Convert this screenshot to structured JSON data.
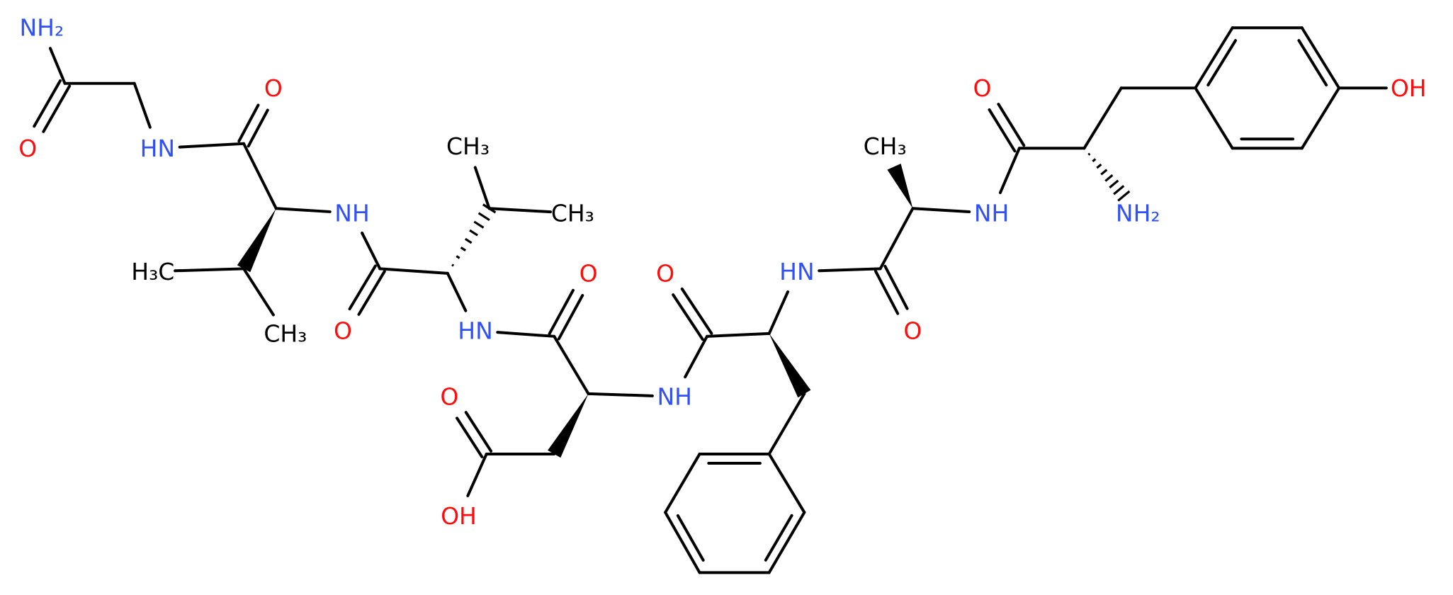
{
  "colors": {
    "bond": "#000000",
    "nitrogen": "#3050F8",
    "oxygen": "#FF0D0D",
    "carbon": "#000000"
  },
  "atoms": [
    {
      "id": "o-gly-carbonyl",
      "element": "O",
      "h": "",
      "hcount": "",
      "text": "O",
      "color": "#FF0D0D"
    },
    {
      "id": "n-gly-amide",
      "element": "N",
      "h": "H",
      "hcount": "2",
      "text": "NH₂",
      "color": "#3050F8"
    },
    {
      "id": "n-gly",
      "element": "N",
      "h": "H",
      "hcount": "",
      "text": "HN",
      "color": "#3050F8"
    },
    {
      "id": "o-val2-carbonyl",
      "element": "O",
      "h": "",
      "hcount": "",
      "text": "O",
      "color": "#FF0D0D"
    },
    {
      "id": "n-val2",
      "element": "N",
      "h": "H",
      "hcount": "",
      "text": "NH",
      "color": "#3050F8"
    },
    {
      "id": "c-val2-me-a",
      "element": "C",
      "h": "H",
      "hcount": "3",
      "text": "H₃C",
      "color": "#000000"
    },
    {
      "id": "c-val2-me-b",
      "element": "C",
      "h": "H",
      "hcount": "3",
      "text": "CH₃",
      "color": "#000000"
    },
    {
      "id": "c-val1-me-a",
      "element": "C",
      "h": "H",
      "hcount": "3",
      "text": "CH₃",
      "color": "#000000"
    },
    {
      "id": "c-val1-me-b",
      "element": "C",
      "h": "H",
      "hcount": "3",
      "text": "CH₃",
      "color": "#000000"
    },
    {
      "id": "o-val1-carbonyl",
      "element": "O",
      "h": "",
      "hcount": "",
      "text": "O",
      "color": "#FF0D0D"
    },
    {
      "id": "n-val1",
      "element": "N",
      "h": "H",
      "hcount": "",
      "text": "HN",
      "color": "#3050F8"
    },
    {
      "id": "o-asp-carbonyl",
      "element": "O",
      "h": "",
      "hcount": "",
      "text": "O",
      "color": "#FF0D0D"
    },
    {
      "id": "n-asp",
      "element": "N",
      "h": "H",
      "hcount": "",
      "text": "NH",
      "color": "#3050F8"
    },
    {
      "id": "o-asp-acid",
      "element": "O",
      "h": "",
      "hcount": "",
      "text": "O",
      "color": "#FF0D0D"
    },
    {
      "id": "o-asp-hydroxyl",
      "element": "O",
      "h": "H",
      "hcount": "",
      "text": "OH",
      "color": "#FF0D0D"
    },
    {
      "id": "o-phe-carbonyl",
      "element": "O",
      "h": "",
      "hcount": "",
      "text": "O",
      "color": "#FF0D0D"
    },
    {
      "id": "n-phe",
      "element": "N",
      "h": "H",
      "hcount": "",
      "text": "HN",
      "color": "#3050F8"
    },
    {
      "id": "c-ala-me",
      "element": "C",
      "h": "H",
      "hcount": "3",
      "text": "CH₃",
      "color": "#000000"
    },
    {
      "id": "o-ala-carbonyl",
      "element": "O",
      "h": "",
      "hcount": "",
      "text": "O",
      "color": "#FF0D0D"
    },
    {
      "id": "n-ala",
      "element": "N",
      "h": "H",
      "hcount": "",
      "text": "NH",
      "color": "#3050F8"
    },
    {
      "id": "o-tyr-carbonyl",
      "element": "O",
      "h": "",
      "hcount": "",
      "text": "O",
      "color": "#FF0D0D"
    },
    {
      "id": "n-tyr-amine",
      "element": "N",
      "h": "H",
      "hcount": "2",
      "text": "NH₂",
      "color": "#3050F8"
    },
    {
      "id": "o-tyr-hydroxyl",
      "element": "O",
      "h": "H",
      "hcount": "",
      "text": "OH",
      "color": "#FF0D0D"
    }
  ]
}
